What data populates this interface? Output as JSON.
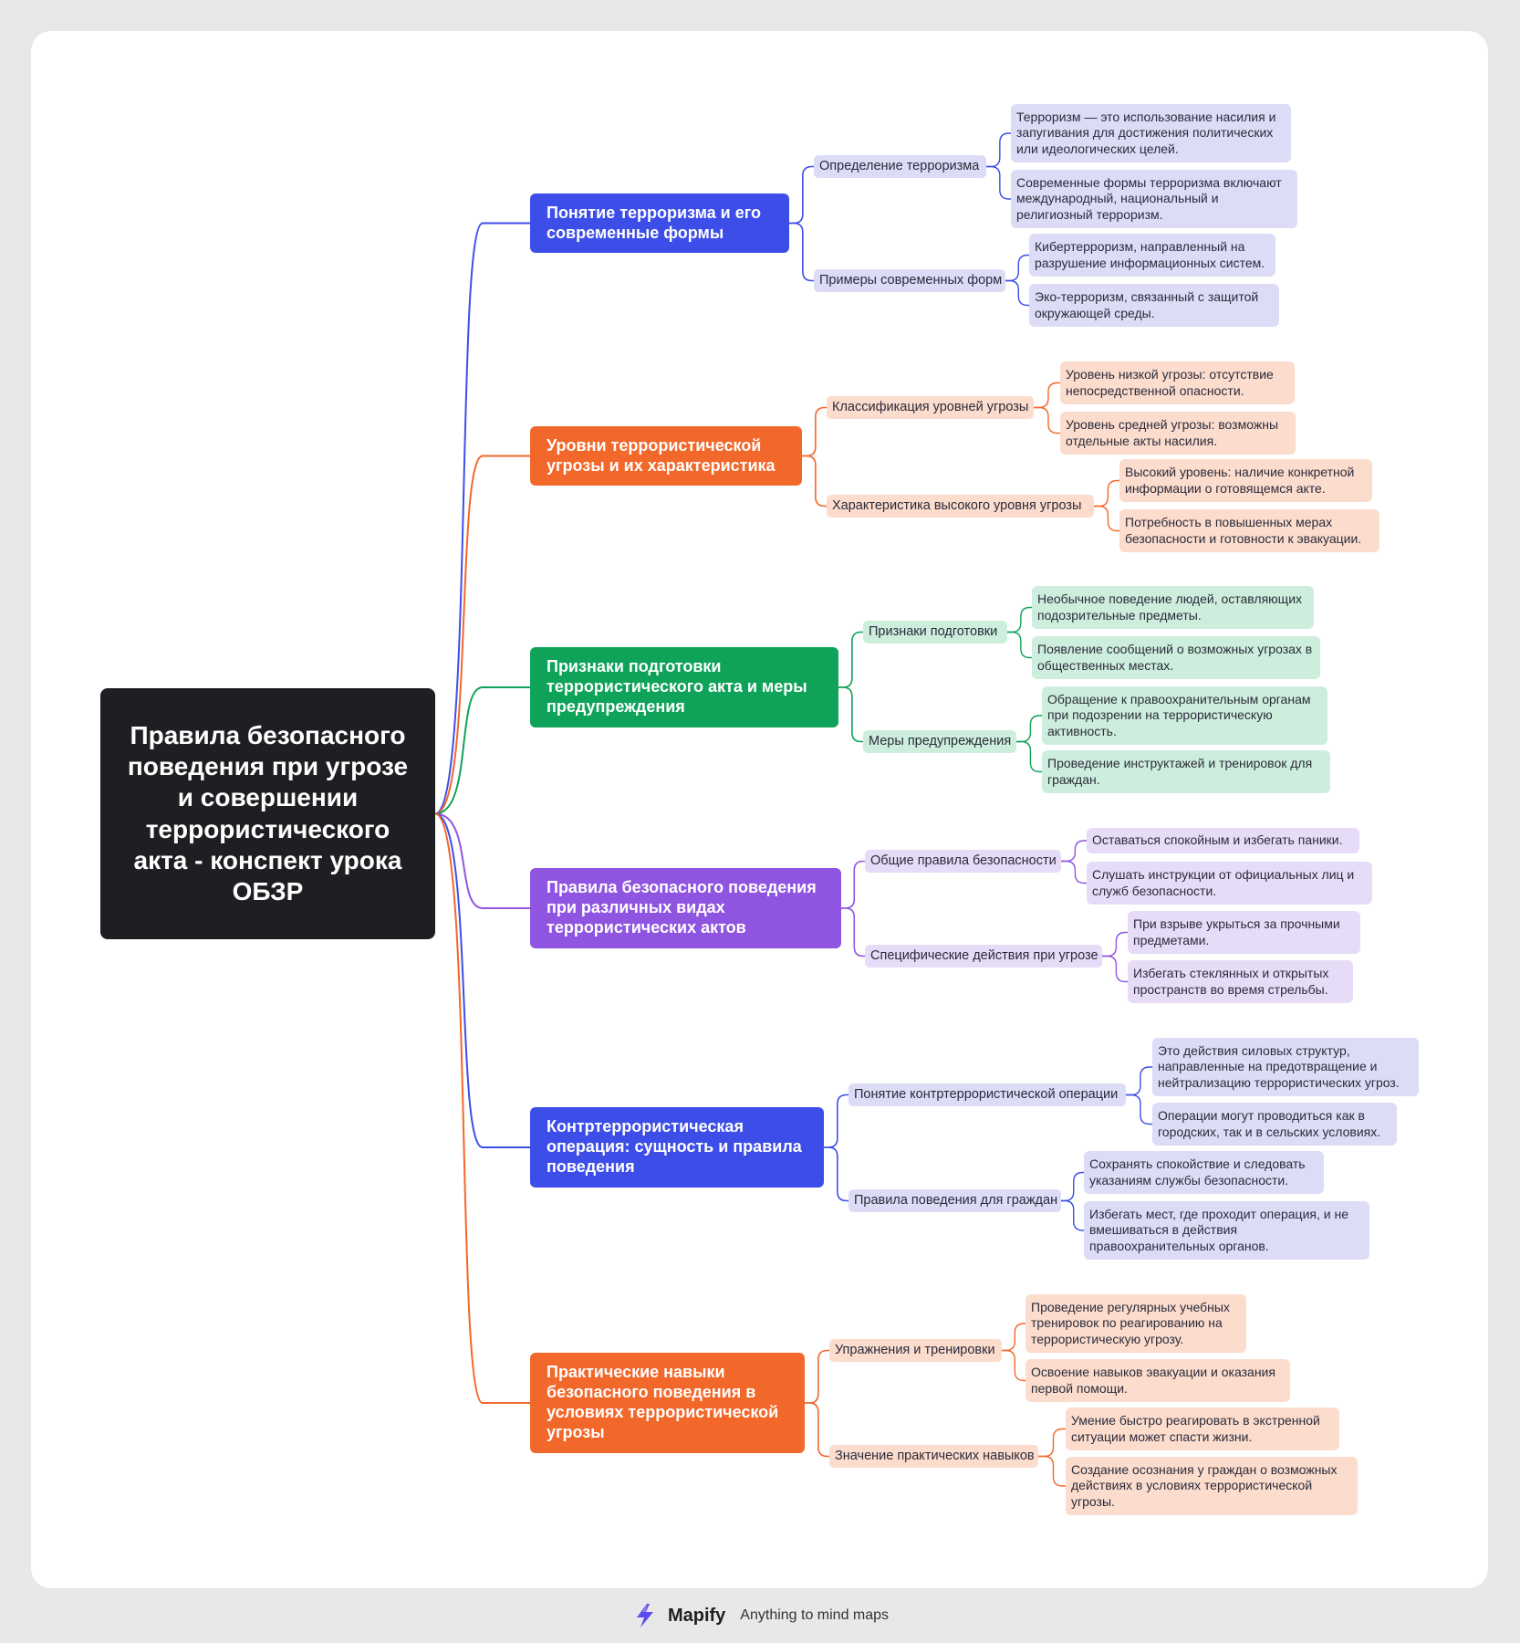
{
  "root": {
    "title": "Правила безопасного поведения при угрозе и совершении террористического акта - конспект урока ОБЗР"
  },
  "topics": [
    {
      "title": "Понятие терроризма и его современные формы",
      "color": "#3d4ee8",
      "light": "#dcdcf7",
      "subtopics": [
        {
          "label": "Определение терроризма",
          "leaves": [
            "Терроризм — это использование насилия и запугивания для достижения политических или идеологических целей.",
            "Современные формы терроризма включают международный, национальный и религиозный терроризм."
          ]
        },
        {
          "label": "Примеры современных форм",
          "leaves": [
            "Кибертерроризм, направленный на разрушение информационных систем.",
            "Эко-терроризм, связанный с защитой окружающей среды."
          ]
        }
      ]
    },
    {
      "title": "Уровни террористической угрозы и их характеристика",
      "color": "#f2672a",
      "light": "#fbdccd",
      "subtopics": [
        {
          "label": "Классификация уровней угрозы",
          "leaves": [
            "Уровень низкой угрозы: отсутствие непосредственной опасности.",
            "Уровень средней угрозы: возможны отдельные акты насилия."
          ]
        },
        {
          "label": "Характеристика высокого уровня угрозы",
          "leaves": [
            "Высокий уровень: наличие конкретной информации о готовящемся акте.",
            "Потребность в повышенных мерах безопасности и готовности к эвакуации."
          ]
        }
      ]
    },
    {
      "title": "Признаки подготовки террористического акта и меры предупреждения",
      "color": "#0fa35a",
      "light": "#cdeedc",
      "subtopics": [
        {
          "label": "Признаки подготовки",
          "leaves": [
            "Необычное поведение людей, оставляющих подозрительные предметы.",
            "Появление сообщений о возможных угрозах в общественных местах."
          ]
        },
        {
          "label": "Меры предупреждения",
          "leaves": [
            "Обращение к правоохранительным органам при подозрении на террористическую активность.",
            "Проведение инструктажей и тренировок для граждан."
          ]
        }
      ]
    },
    {
      "title": "Правила безопасного поведения при различных видах террористических актов",
      "color": "#8f55e0",
      "light": "#e6dcf7",
      "subtopics": [
        {
          "label": "Общие правила безопасности",
          "leaves": [
            "Оставаться спокойным и избегать паники.",
            "Слушать инструкции от официальных лиц и служб безопасности."
          ]
        },
        {
          "label": "Специфические действия при угрозе",
          "leaves": [
            "При взрыве укрыться за прочными предметами.",
            "Избегать стеклянных и открытых пространств во время стрельбы."
          ]
        }
      ]
    },
    {
      "title": "Контртеррористическая операция: сущность и правила поведения",
      "color": "#3d4ee8",
      "light": "#dcdcf7",
      "subtopics": [
        {
          "label": "Понятие контртеррористической операции",
          "leaves": [
            "Это действия силовых структур, направленные на предотвращение и нейтрализацию террористических угроз.",
            "Операции могут проводиться как в городских, так и в сельских условиях."
          ]
        },
        {
          "label": "Правила поведения для граждан",
          "leaves": [
            "Сохранять спокойствие и следовать указаниям службы безопасности.",
            "Избегать мест, где проходит операция, и не вмешиваться в действия правоохранительных органов."
          ]
        }
      ]
    },
    {
      "title": "Практические навыки безопасного поведения в условиях террористической угрозы",
      "color": "#f2672a",
      "light": "#fbdccd",
      "subtopics": [
        {
          "label": "Упражнения и тренировки",
          "leaves": [
            "Проведение регулярных учебных тренировок по реагированию на террористическую угрозу.",
            "Освоение навыков эвакуации и оказания первой помощи."
          ]
        },
        {
          "label": "Значение практических навыков",
          "leaves": [
            "Умение быстро реагировать в экстренной ситуации может спасти жизни.",
            "Создание осознания у граждан о возможных действиях в условиях террористической угрозы."
          ]
        }
      ]
    }
  ],
  "footer": {
    "brand": "Mapify",
    "tagline": "Anything to mind maps",
    "logo_icon": "lightning-bolt-icon"
  }
}
